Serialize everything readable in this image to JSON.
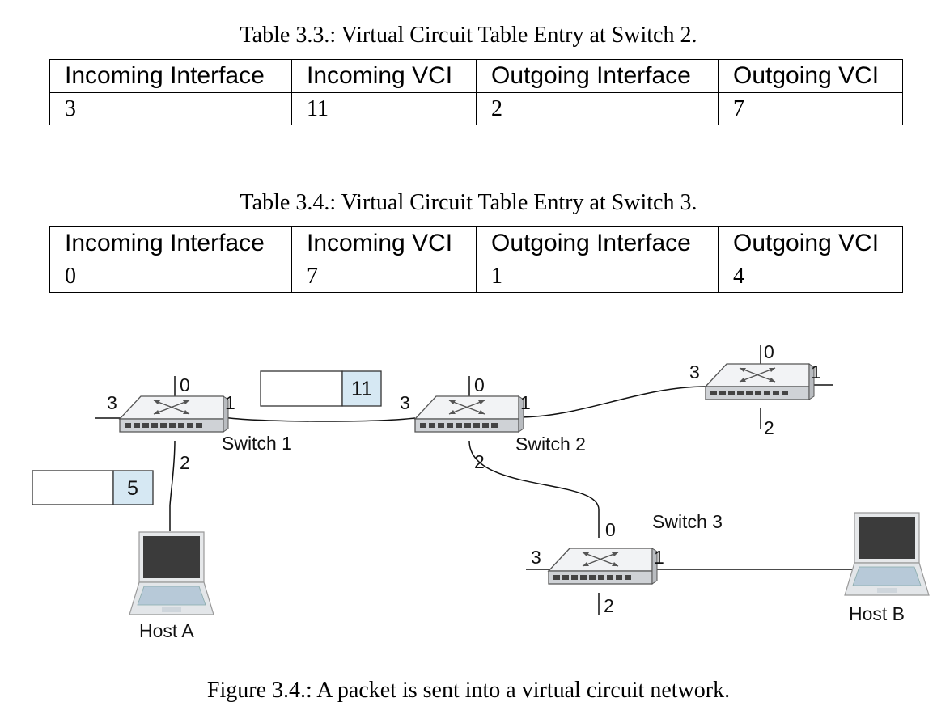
{
  "table1": {
    "caption": "Table 3.3.: Virtual Circuit Table Entry at Switch 2.",
    "headers": [
      "Incoming Interface",
      "Incoming VCI",
      "Outgoing Interface",
      "Outgoing VCI"
    ],
    "row": [
      "3",
      "11",
      "2",
      "7"
    ]
  },
  "table2": {
    "caption": "Table 3.4.: Virtual Circuit Table Entry at Switch 3.",
    "headers": [
      "Incoming Interface",
      "Incoming VCI",
      "Outgoing Interface",
      "Outgoing VCI"
    ],
    "row": [
      "0",
      "7",
      "1",
      "4"
    ]
  },
  "diagram": {
    "switch1": {
      "label": "Switch 1",
      "ports": [
        "0",
        "1",
        "2",
        "3"
      ]
    },
    "switch2": {
      "label": "Switch 2",
      "ports": [
        "0",
        "1",
        "2",
        "3"
      ]
    },
    "switch3": {
      "label": "Switch 3",
      "ports": [
        "0",
        "1",
        "2",
        "3"
      ]
    },
    "switch4": {
      "ports": [
        "0",
        "1",
        "2",
        "3"
      ]
    },
    "host_a": "Host A",
    "host_b": "Host B",
    "packet_1_vci": "5",
    "packet_2_vci": "11",
    "colors": {
      "vci_box": "#d6e8f3",
      "switch_body": "#f2f3f5",
      "switch_front": "#cfd2d6",
      "screen": "#3b3b3b"
    }
  },
  "figure_caption": "Figure 3.4.: A packet is sent into a virtual circuit network."
}
